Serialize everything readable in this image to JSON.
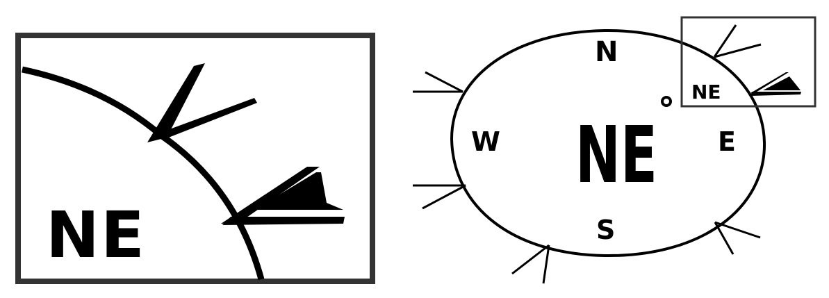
{
  "inset": {
    "label": "NE"
  },
  "compass": {
    "cardinals": {
      "north": "N",
      "east": "E",
      "south": "S",
      "west": "W"
    },
    "readout": "NE",
    "degree_symbol": "°",
    "zoom_label": "NE"
  },
  "colors": {
    "ink": "#000000",
    "frame": "#333333",
    "background": "#ffffff"
  }
}
